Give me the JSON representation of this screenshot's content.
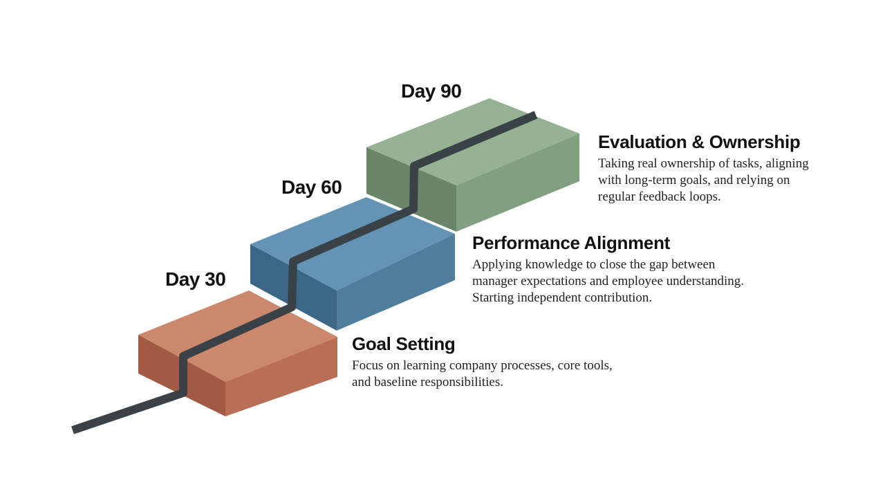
{
  "colors": {
    "day30": {
      "top": "#cc886c",
      "left": "#a25a44",
      "right": "#b86f55"
    },
    "day60": {
      "top": "#6394b6",
      "left": "#3b6685",
      "right": "#4f7d9c"
    },
    "day90": {
      "top": "#95b393",
      "left": "#6a866a",
      "right": "#81a07f"
    },
    "road": "#3a4247"
  },
  "milestones": [
    {
      "day": "Day 30",
      "title": "Goal Setting",
      "lines": [
        "Focus on learning company processes, core tools,",
        "and baseline responsibilities."
      ]
    },
    {
      "day": "Day 60",
      "title": "Performance Alignment",
      "lines": [
        "Applying knowledge to close the gap between",
        "manager expectations and employee understanding.",
        "Starting independent contribution."
      ]
    },
    {
      "day": "Day 90",
      "title": "Evaluation & Ownership",
      "lines": [
        "Taking real ownership of tasks, aligning",
        "with long-term goals, and relying on",
        "regular feedback loops."
      ]
    }
  ]
}
